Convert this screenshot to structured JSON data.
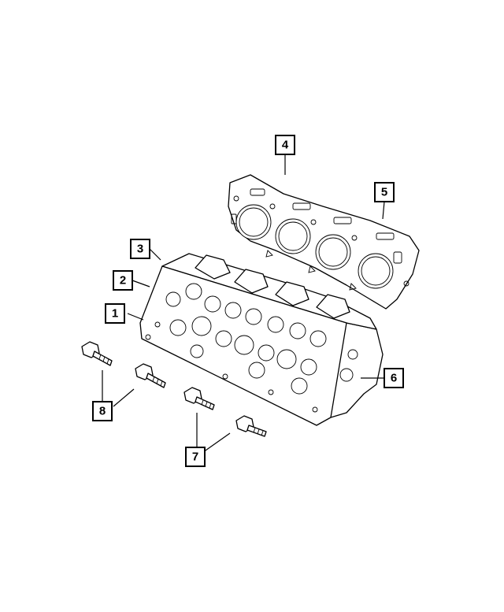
{
  "callouts": [
    {
      "id": "1",
      "label": "1"
    },
    {
      "id": "2",
      "label": "2"
    },
    {
      "id": "3",
      "label": "3"
    },
    {
      "id": "4",
      "label": "4"
    },
    {
      "id": "5",
      "label": "5"
    },
    {
      "id": "6",
      "label": "6"
    },
    {
      "id": "7",
      "label": "7"
    },
    {
      "id": "8",
      "label": "8"
    }
  ],
  "colors": {
    "ink": "#000000",
    "background": "#ffffff"
  }
}
